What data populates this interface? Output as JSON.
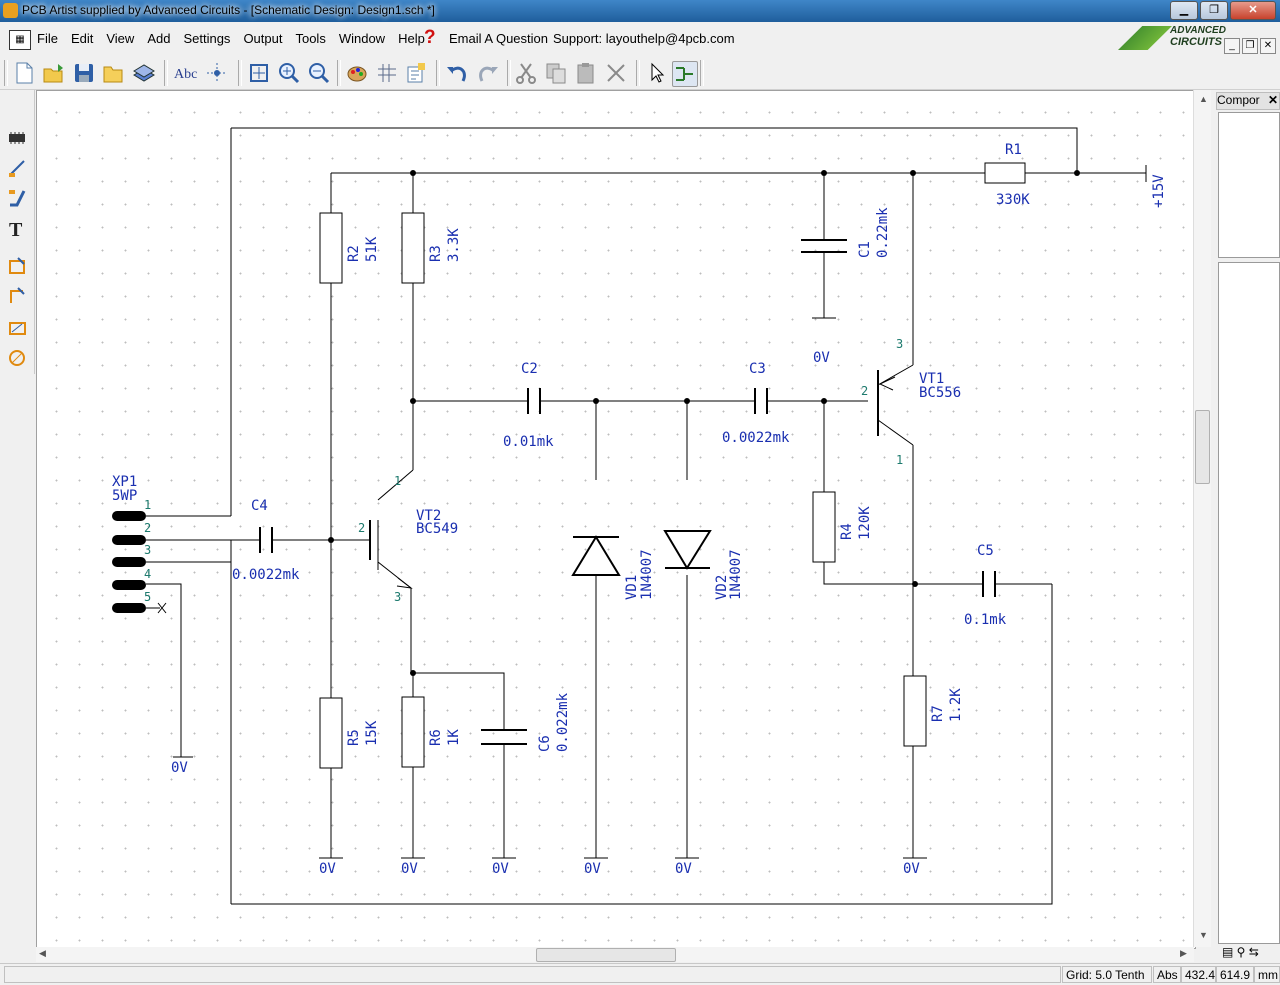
{
  "window": {
    "title": "PCB Artist supplied by Advanced Circuits - [Schematic Design: Design1.sch *]"
  },
  "menu": {
    "items": [
      "File",
      "Edit",
      "View",
      "Add",
      "Settings",
      "Output",
      "Tools",
      "Window",
      "Help"
    ],
    "email": "Email A Question",
    "support": "Support: layouthelp@4pcb.com"
  },
  "brand": {
    "line1": "ADVANCED",
    "line2": "CIRCUITS"
  },
  "toolbar_icons": [
    "new-icon",
    "open-icon",
    "save-icon",
    "open-folder-icon",
    "library-icon",
    "spell-check-icon",
    "grid-snap-icon",
    "zoom-fit-icon",
    "zoom-in-icon",
    "zoom-out-icon",
    "color-palette-icon",
    "grid-icon",
    "properties-icon",
    "undo-icon",
    "redo-icon",
    "cut-icon",
    "copy-icon",
    "paste-icon",
    "delete-icon",
    "select-pointer-icon",
    "net-tool-icon"
  ],
  "left_tools": [
    "component-icon",
    "wire-icon",
    "bus-icon",
    "text-icon",
    "add-shape-icon",
    "line-shape-icon",
    "rectangle-icon",
    "circle-icon"
  ],
  "panel": {
    "title": "Compor"
  },
  "status": {
    "grid": "Grid: 5.0 Tenth",
    "mode": "Abs",
    "x": "432.4",
    "y": "614.9",
    "unit": "mm"
  },
  "schematic": {
    "components": [
      {
        "ref": "R1",
        "value": "330K"
      },
      {
        "ref": "R2",
        "value": "51K"
      },
      {
        "ref": "R3",
        "value": "3.3K"
      },
      {
        "ref": "R4",
        "value": "120K"
      },
      {
        "ref": "R5",
        "value": "15K"
      },
      {
        "ref": "R6",
        "value": "1K"
      },
      {
        "ref": "R7",
        "value": "1.2K"
      },
      {
        "ref": "C1",
        "value": "0.22mk"
      },
      {
        "ref": "C2",
        "value": "0.01mk"
      },
      {
        "ref": "C3",
        "value": "0.0022mk"
      },
      {
        "ref": "C4",
        "value": "0.0022mk"
      },
      {
        "ref": "C5",
        "value": "0.1mk"
      },
      {
        "ref": "C6",
        "value": "0.022mk"
      },
      {
        "ref": "VT1",
        "value": "BC556"
      },
      {
        "ref": "VT2",
        "value": "BC549"
      },
      {
        "ref": "VD1",
        "value": "1N4007"
      },
      {
        "ref": "VD2",
        "value": "1N4007"
      },
      {
        "ref": "XP1",
        "value": "5WP"
      }
    ],
    "supply": "+15V",
    "ground": "0V",
    "pins": [
      "1",
      "2",
      "3",
      "4",
      "5"
    ]
  }
}
